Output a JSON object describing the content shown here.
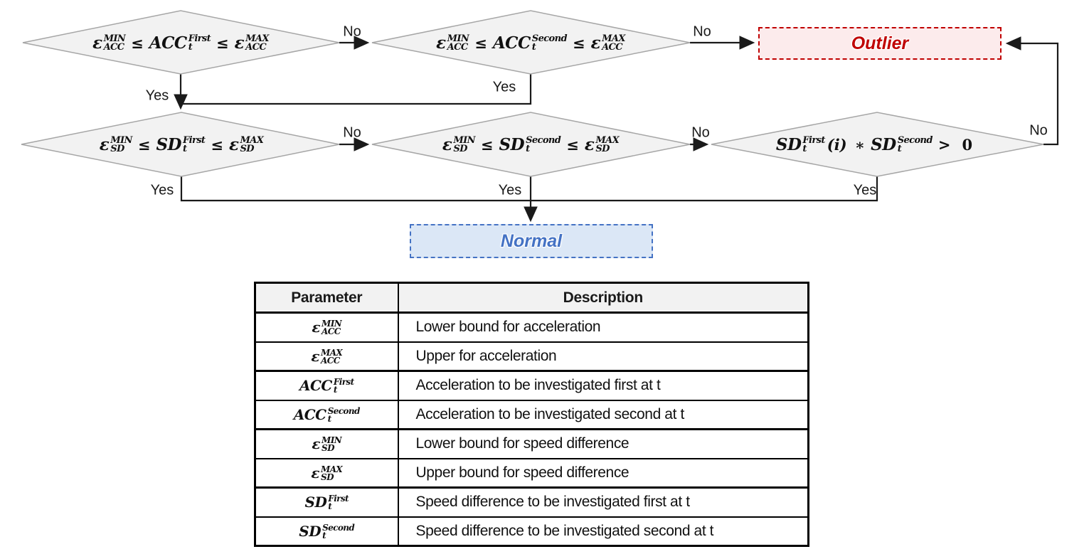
{
  "colors": {
    "line": "#1a1a1a",
    "text": "#1a1a1a",
    "diamond-fill": "#f2f2f2",
    "diamond-stroke": "#a6a6a6",
    "outlier-red": "#c00000",
    "outlier-fill": "#fcebec",
    "normal-blue": "#4472c4",
    "normal-fill": "#dbe7f6",
    "table-header-fill": "#f2f2f2"
  },
  "flowchart": {
    "labels": {
      "yes": "Yes",
      "no": "No"
    },
    "diamonds": [
      {
        "name": "acc-first-range-check",
        "expr": [
          {
            "t": "sym",
            "base": "ε",
            "sup": "MIN",
            "sub": "ACC"
          },
          {
            "t": "op",
            "text": "≤"
          },
          {
            "t": "sym",
            "base": "ACC",
            "sup": "First",
            "sub": "t"
          },
          {
            "t": "op",
            "text": "≤"
          },
          {
            "t": "sym",
            "base": "ε",
            "sup": "MAX",
            "sub": "ACC"
          }
        ]
      },
      {
        "name": "acc-second-range-check",
        "expr": [
          {
            "t": "sym",
            "base": "ε",
            "sup": "MIN",
            "sub": "ACC"
          },
          {
            "t": "op",
            "text": "≤"
          },
          {
            "t": "sym",
            "base": "ACC",
            "sup": "Second",
            "sub": "t"
          },
          {
            "t": "op",
            "text": "≤"
          },
          {
            "t": "sym",
            "base": "ε",
            "sup": "MAX",
            "sub": "ACC"
          }
        ]
      },
      {
        "name": "sd-first-range-check",
        "expr": [
          {
            "t": "sym",
            "base": "ε",
            "sup": "MIN",
            "sub": "SD"
          },
          {
            "t": "op",
            "text": "≤"
          },
          {
            "t": "sym",
            "base": "SD",
            "sup": "First",
            "sub": "t"
          },
          {
            "t": "op",
            "text": "≤"
          },
          {
            "t": "sym",
            "base": "ε",
            "sup": "MAX",
            "sub": "SD"
          }
        ]
      },
      {
        "name": "sd-second-range-check",
        "expr": [
          {
            "t": "sym",
            "base": "ε",
            "sup": "MIN",
            "sub": "SD"
          },
          {
            "t": "op",
            "text": "≤"
          },
          {
            "t": "sym",
            "base": "SD",
            "sup": "Second",
            "sub": "t"
          },
          {
            "t": "op",
            "text": "≤"
          },
          {
            "t": "sym",
            "base": "ε",
            "sup": "MAX",
            "sub": "SD"
          }
        ]
      },
      {
        "name": "sd-product-sign-check",
        "expr": [
          {
            "t": "sym",
            "base": "SD",
            "sup": "First",
            "sub": "t"
          },
          {
            "t": "opi",
            "text": "(i)"
          },
          {
            "t": "op",
            "text": "∗"
          },
          {
            "t": "sym",
            "base": "SD",
            "sup": "Second",
            "sub": "t"
          },
          {
            "t": "op",
            "text": ">"
          },
          {
            "t": "op",
            "text": "0"
          }
        ]
      }
    ],
    "outcomes": {
      "outlier": "Outlier",
      "normal": "Normal"
    }
  },
  "table": {
    "headers": [
      "Parameter",
      "Description"
    ],
    "rows": [
      {
        "param": [
          {
            "t": "sym",
            "base": "ε",
            "sup": "MIN",
            "sub": "ACC"
          }
        ],
        "desc": "Lower bound for acceleration"
      },
      {
        "param": [
          {
            "t": "sym",
            "base": "ε",
            "sup": "MAX",
            "sub": "ACC"
          }
        ],
        "desc": "Upper for acceleration"
      },
      {
        "param": [
          {
            "t": "sym",
            "base": "ACC",
            "sup": "First",
            "sub": "t"
          }
        ],
        "desc": "Acceleration to be investigated first at t"
      },
      {
        "param": [
          {
            "t": "sym",
            "base": "ACC",
            "sup": "Second",
            "sub": "t"
          }
        ],
        "desc": "Acceleration to be investigated second at t"
      },
      {
        "param": [
          {
            "t": "sym",
            "base": "ε",
            "sup": "MIN",
            "sub": "SD"
          }
        ],
        "desc": "Lower bound for speed difference"
      },
      {
        "param": [
          {
            "t": "sym",
            "base": "ε",
            "sup": "MAX",
            "sub": "SD"
          }
        ],
        "desc": "Upper bound for speed difference"
      },
      {
        "param": [
          {
            "t": "sym",
            "base": "SD",
            "sup": "First",
            "sub": "t"
          }
        ],
        "desc": "Speed difference to be investigated first at t"
      },
      {
        "param": [
          {
            "t": "sym",
            "base": "SD",
            "sup": "Second",
            "sub": "t"
          }
        ],
        "desc": "Speed difference to be investigated second at t"
      }
    ]
  }
}
